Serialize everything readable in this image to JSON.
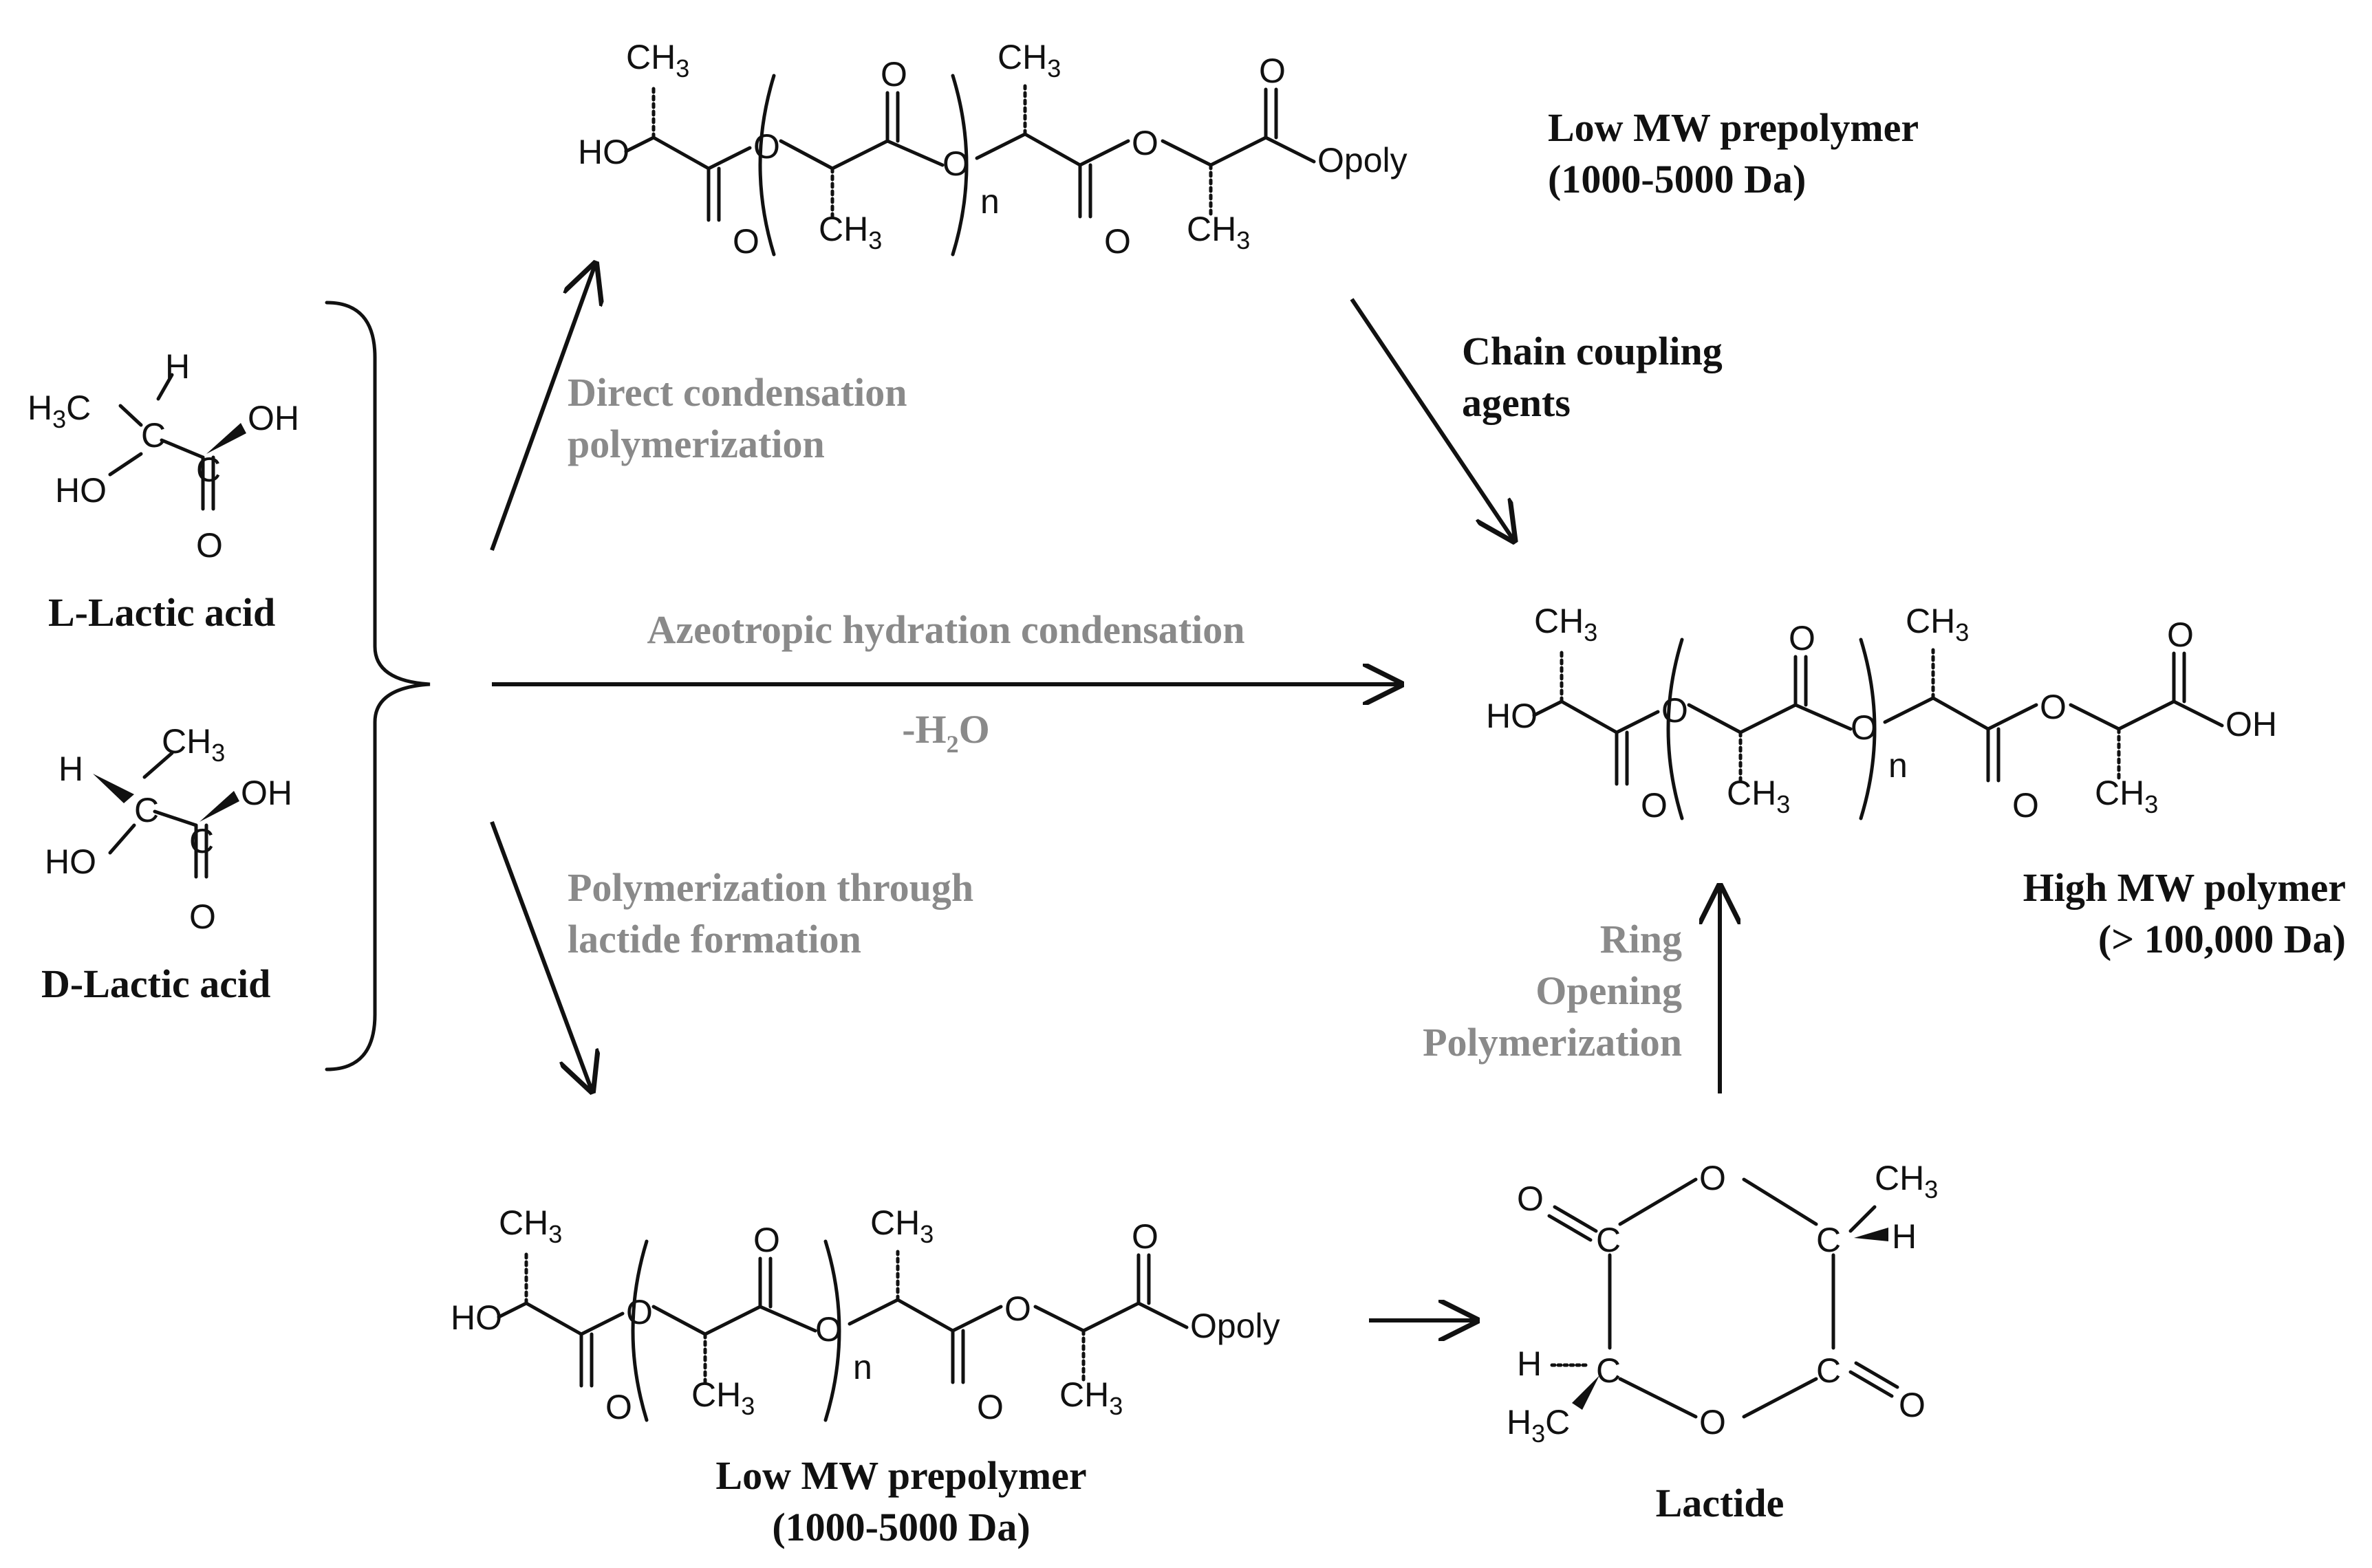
{
  "acids": {
    "l_name": "L-Lactic acid",
    "d_name": "D-Lactic acid"
  },
  "routes": {
    "direct_line1": "Direct condensation",
    "direct_line2": "polymerization",
    "azeotropic": "Azeotropic hydration condensation",
    "water_prefix": "-H",
    "water_sub": "2",
    "water_suffix": "O",
    "lactide_route_line1": "Polymerization through",
    "lactide_route_line2": "lactide formation",
    "chain_line1": "Chain coupling",
    "chain_line2": "agents",
    "rop_line1": "Ring",
    "rop_line2": "Opening",
    "rop_line3": "Polymerization"
  },
  "products": {
    "top_prepolymer_line1": "Low MW prepolymer",
    "top_prepolymer_line2": "(1000-5000 Da)",
    "bottom_prepolymer_line1": "Low MW prepolymer",
    "bottom_prepolymer_line2": "(1000-5000 Da)",
    "high_polymer_line1": "High MW polymer",
    "high_polymer_line2": "(> 100,000 Da)",
    "lactide": "Lactide"
  },
  "atoms": {
    "ho": "HO",
    "oh": "OH",
    "o": "O",
    "h": "H",
    "c": "C",
    "ch": "CH",
    "three": "3",
    "n": "n",
    "opoly": "Opoly"
  },
  "colors": {
    "ink": "#111111",
    "grey_label": "#8a8a8a"
  }
}
